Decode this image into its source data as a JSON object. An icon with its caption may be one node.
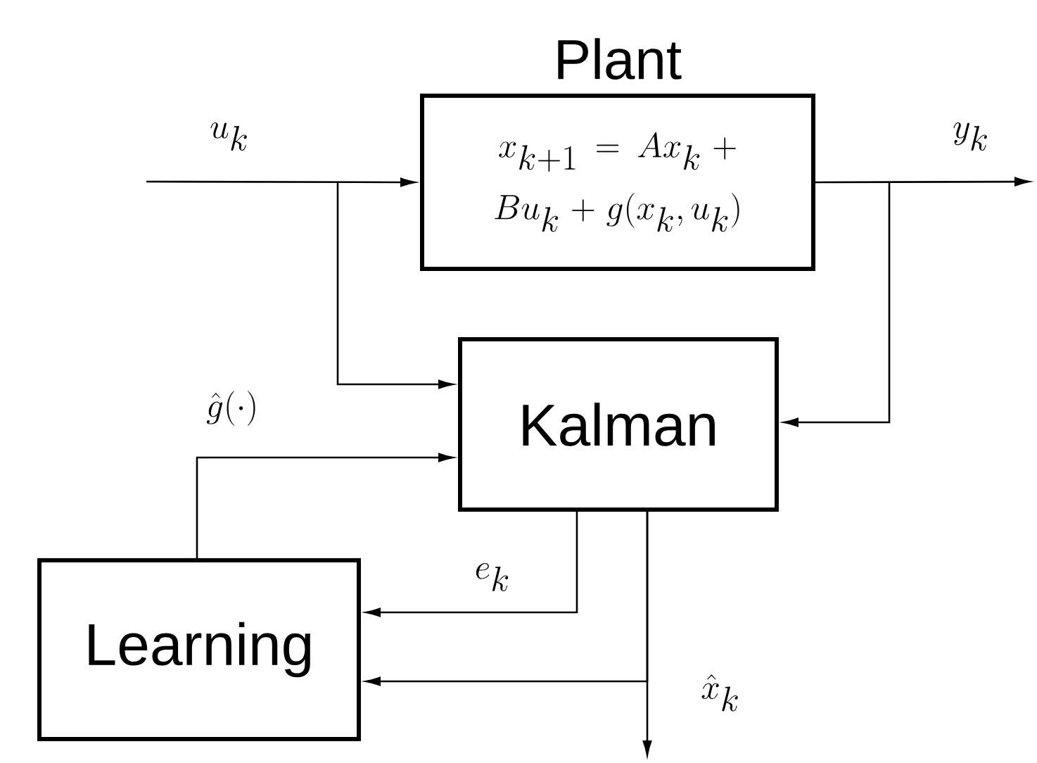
{
  "diagram": {
    "nodes": [
      {
        "text": [
          "Plant",
          "x_{k+1} = Ax_k + Bu_k + g(x_k,u_k)"
        ]
      },
      {
        "text": [
          "Kalman"
        ]
      },
      {
        "text": [
          "Learning"
        ]
      }
    ],
    "edges": [
      {
        "from": null,
        "to": 0,
        "arrow": "to",
        "label": "u_k"
      },
      {
        "from": null,
        "to": 1,
        "arrow": "to"
      },
      {
        "from": 0,
        "to": null,
        "arrow": "to",
        "label": "y_k"
      },
      {
        "from": 0,
        "to": 1,
        "arrow": "to"
      },
      {
        "from": 2,
        "to": 1,
        "arrow": "to",
        "label": "\\hat{g}(\\cdot)"
      },
      {
        "from": 1,
        "to": 2,
        "arrow": "to",
        "label": "e_k"
      },
      {
        "from": 1,
        "to": null,
        "arrow": "to",
        "label": "\\hat{x}_k"
      },
      {
        "from": 1,
        "to": 2,
        "arrow": "to"
      }
    ]
  }
}
